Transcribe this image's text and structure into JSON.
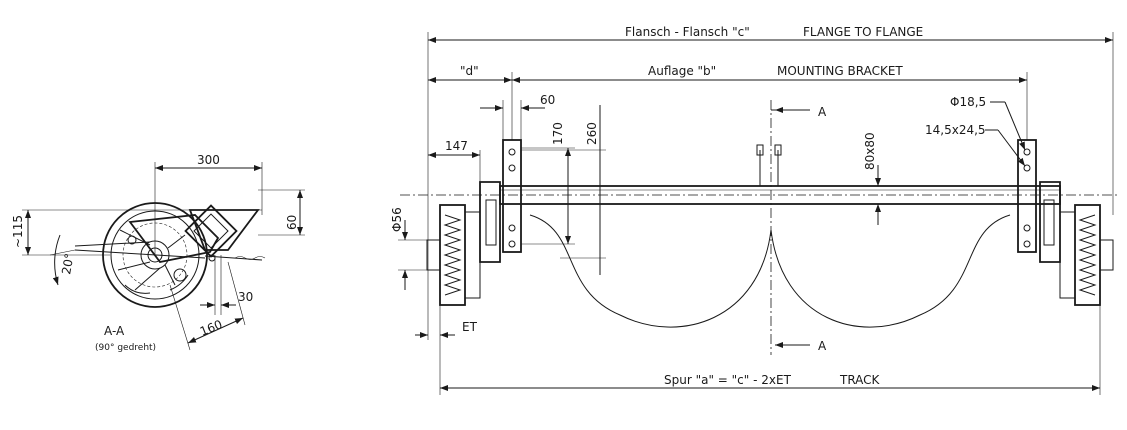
{
  "labels": {
    "flange_de": "Flansch - Flansch \"c\"",
    "flange_en": "FLANGE TO FLANGE",
    "d": "\"d\"",
    "bracket_de": "Auflage \"b\"",
    "bracket_en": "MOUNTING BRACKET",
    "track_de": "Spur \"a\" = \"c\" - 2xET",
    "track_en": "TRACK",
    "section": "A-A",
    "section_note": "(90° gedreht)",
    "sec_a_top": "A",
    "sec_a_bottom": "A",
    "et": "ET"
  },
  "dims": {
    "d300": "300",
    "d115": "~115",
    "d60_side": "60",
    "d20": "20°",
    "d30": "30",
    "d160": "160",
    "d60": "60",
    "d170": "170",
    "d260": "260",
    "d147": "147",
    "d56": "Φ56",
    "d80x80": "80x80",
    "d18_5": "Φ18,5",
    "d14_5": "14,5x24,5"
  }
}
